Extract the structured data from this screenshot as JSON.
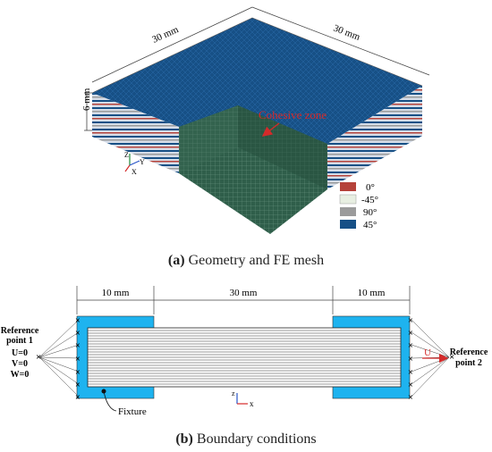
{
  "figure_a": {
    "dim_width": "30 mm",
    "dim_depth": "30 mm",
    "dim_height": "6 mm",
    "annotation": "Cohesive zone",
    "legend": [
      {
        "label": "0°",
        "color": "#b5423a"
      },
      {
        "label": "-45°",
        "color": "#e8efe2"
      },
      {
        "label": "90°",
        "color": "#9b9b9b"
      },
      {
        "label": "45°",
        "color": "#175086"
      }
    ],
    "axes": {
      "x": "X",
      "y": "Y",
      "z": "Z"
    },
    "caption_tag": "(a)",
    "caption_text": " Geometry and FE mesh"
  },
  "figure_b": {
    "dim_left": "10 mm",
    "dim_mid": "30 mm",
    "dim_right": "10 mm",
    "ref1_line1": "Reference",
    "ref1_line2": "point 1",
    "bc_u": "U=0",
    "bc_v": "V=0",
    "bc_w": "W=0",
    "ref2_line1": "Reference",
    "ref2_line2": "point 2",
    "load": "U",
    "fixture": "Fixture",
    "axes": {
      "x": "x",
      "z": "z"
    },
    "caption_tag": "(b)",
    "caption_text": " Boundary conditions"
  },
  "colors": {
    "fixture": "#1eb3ef",
    "top_face": "#175086",
    "mesh": "#2d5a48"
  }
}
